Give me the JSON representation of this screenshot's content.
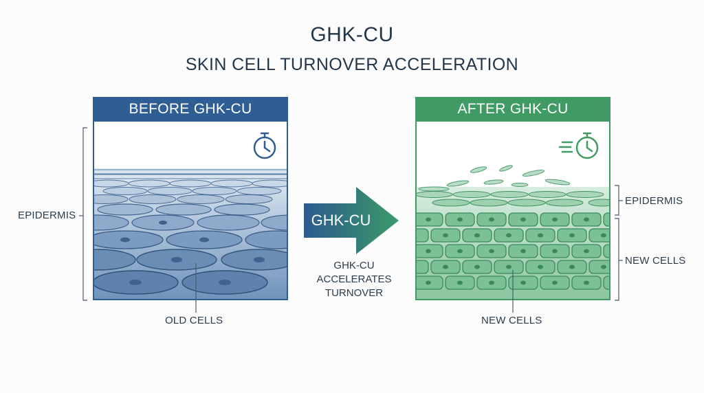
{
  "title": "GHK-CU",
  "subtitle": "SKIN CELL TURNOVER ACCELERATION",
  "before": {
    "header": "BEFORE GHK-CU",
    "layer_label": "EPIDERMIS",
    "cells_label": "OLD CELLS",
    "icon": "stopwatch-icon",
    "color": "#2f5e95"
  },
  "after": {
    "header": "AFTER GHK-CU",
    "layer_label": "EPIDERMIS",
    "side_cells_label": "NEW CELLS",
    "cells_label": "NEW CELLS",
    "icon": "fast-stopwatch-icon",
    "color": "#3f9a63"
  },
  "arrow": {
    "label": "GHK-CU",
    "caption_lines": [
      "GHK-CU",
      "ACCELERATES",
      "TURNOVER"
    ]
  }
}
